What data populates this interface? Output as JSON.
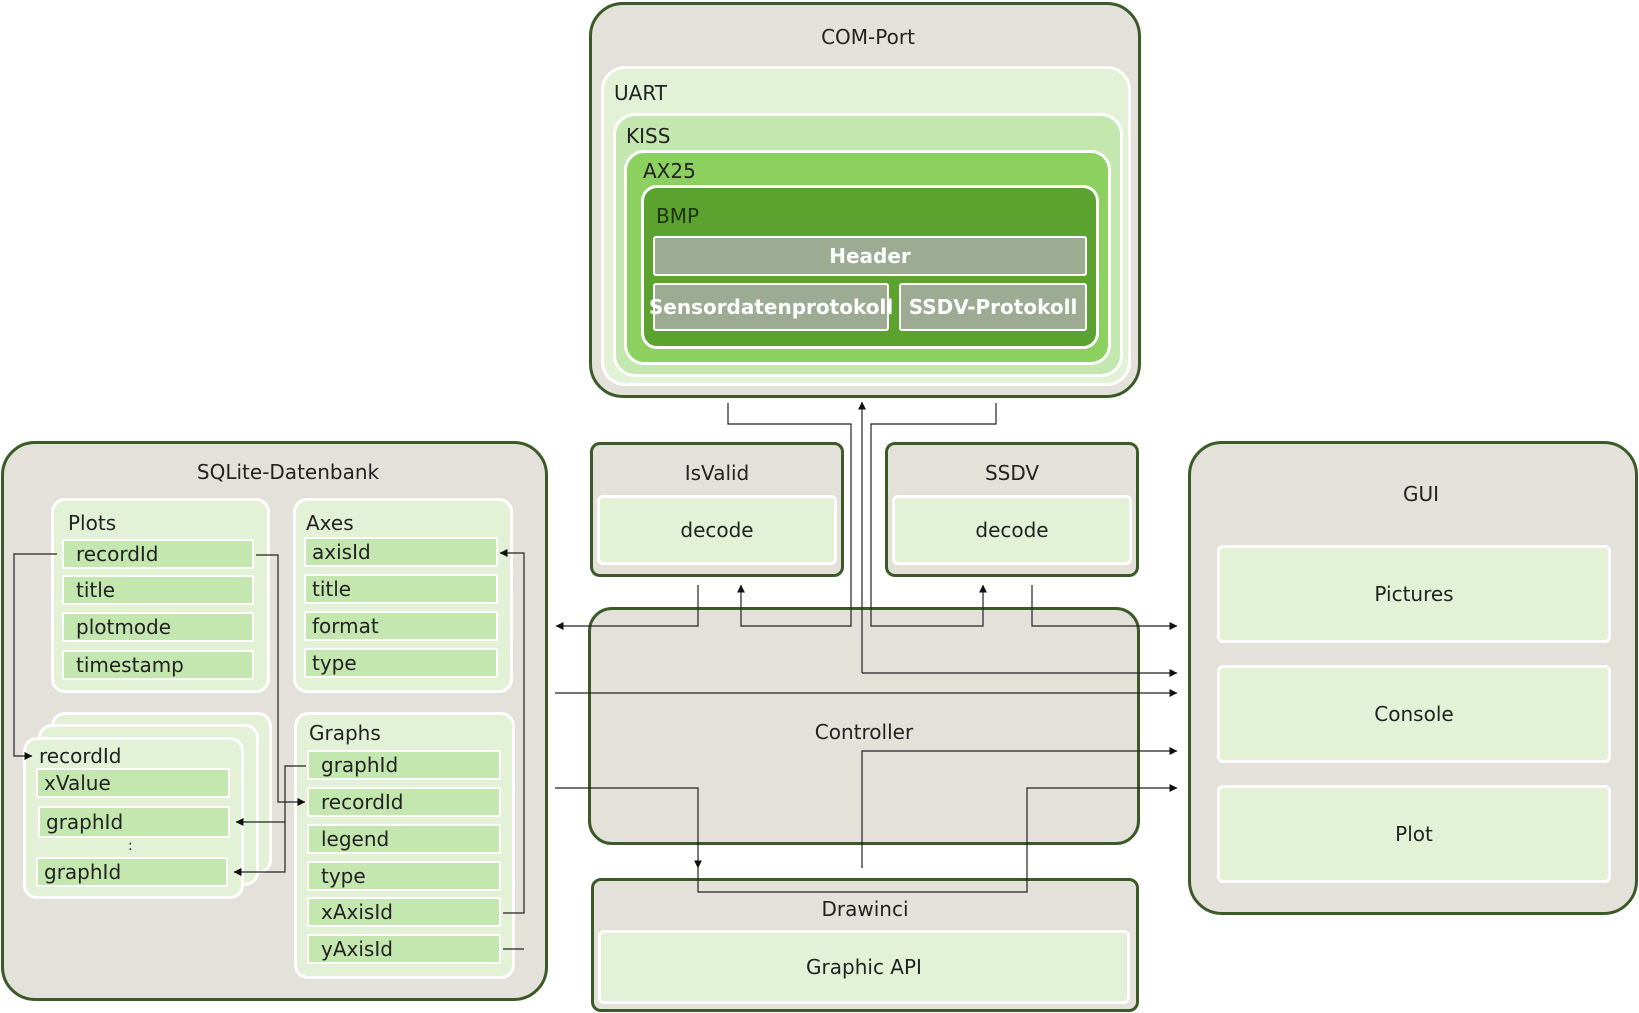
{
  "com_port": {
    "title": "COM-Port",
    "uart": "UART",
    "kiss": "KISS",
    "ax25": "AX25",
    "bmp": "BMP",
    "header": "Header",
    "sensor": "Sensordatenprotokoll",
    "ssdv": "SSDV-Protokoll"
  },
  "isvalid": {
    "title": "IsValid",
    "decode": "decode"
  },
  "ssdv_mod": {
    "title": "SSDV",
    "decode": "decode"
  },
  "controller": {
    "title": "Controller"
  },
  "drawinci": {
    "title": "Drawinci",
    "api": "Graphic API"
  },
  "gui": {
    "title": "GUI",
    "items": [
      "Pictures",
      "Console",
      "Plot"
    ]
  },
  "sqlite": {
    "title": "SQLite-Datenbank",
    "plots": {
      "title": "Plots",
      "fields": [
        "recordId",
        "title",
        "plotmode",
        "timestamp"
      ]
    },
    "axes": {
      "title": "Axes",
      "fields": [
        "axisId",
        "title",
        "format",
        "type"
      ]
    },
    "graphs": {
      "title": "Graphs",
      "fields": [
        "graphId",
        "recordId",
        "legend",
        "type",
        "xAxisId",
        "yAxisId"
      ]
    },
    "records": {
      "title": "recordId",
      "fields": [
        "xValue",
        "graphId",
        "graphId"
      ],
      "ellipsis": ":"
    }
  }
}
